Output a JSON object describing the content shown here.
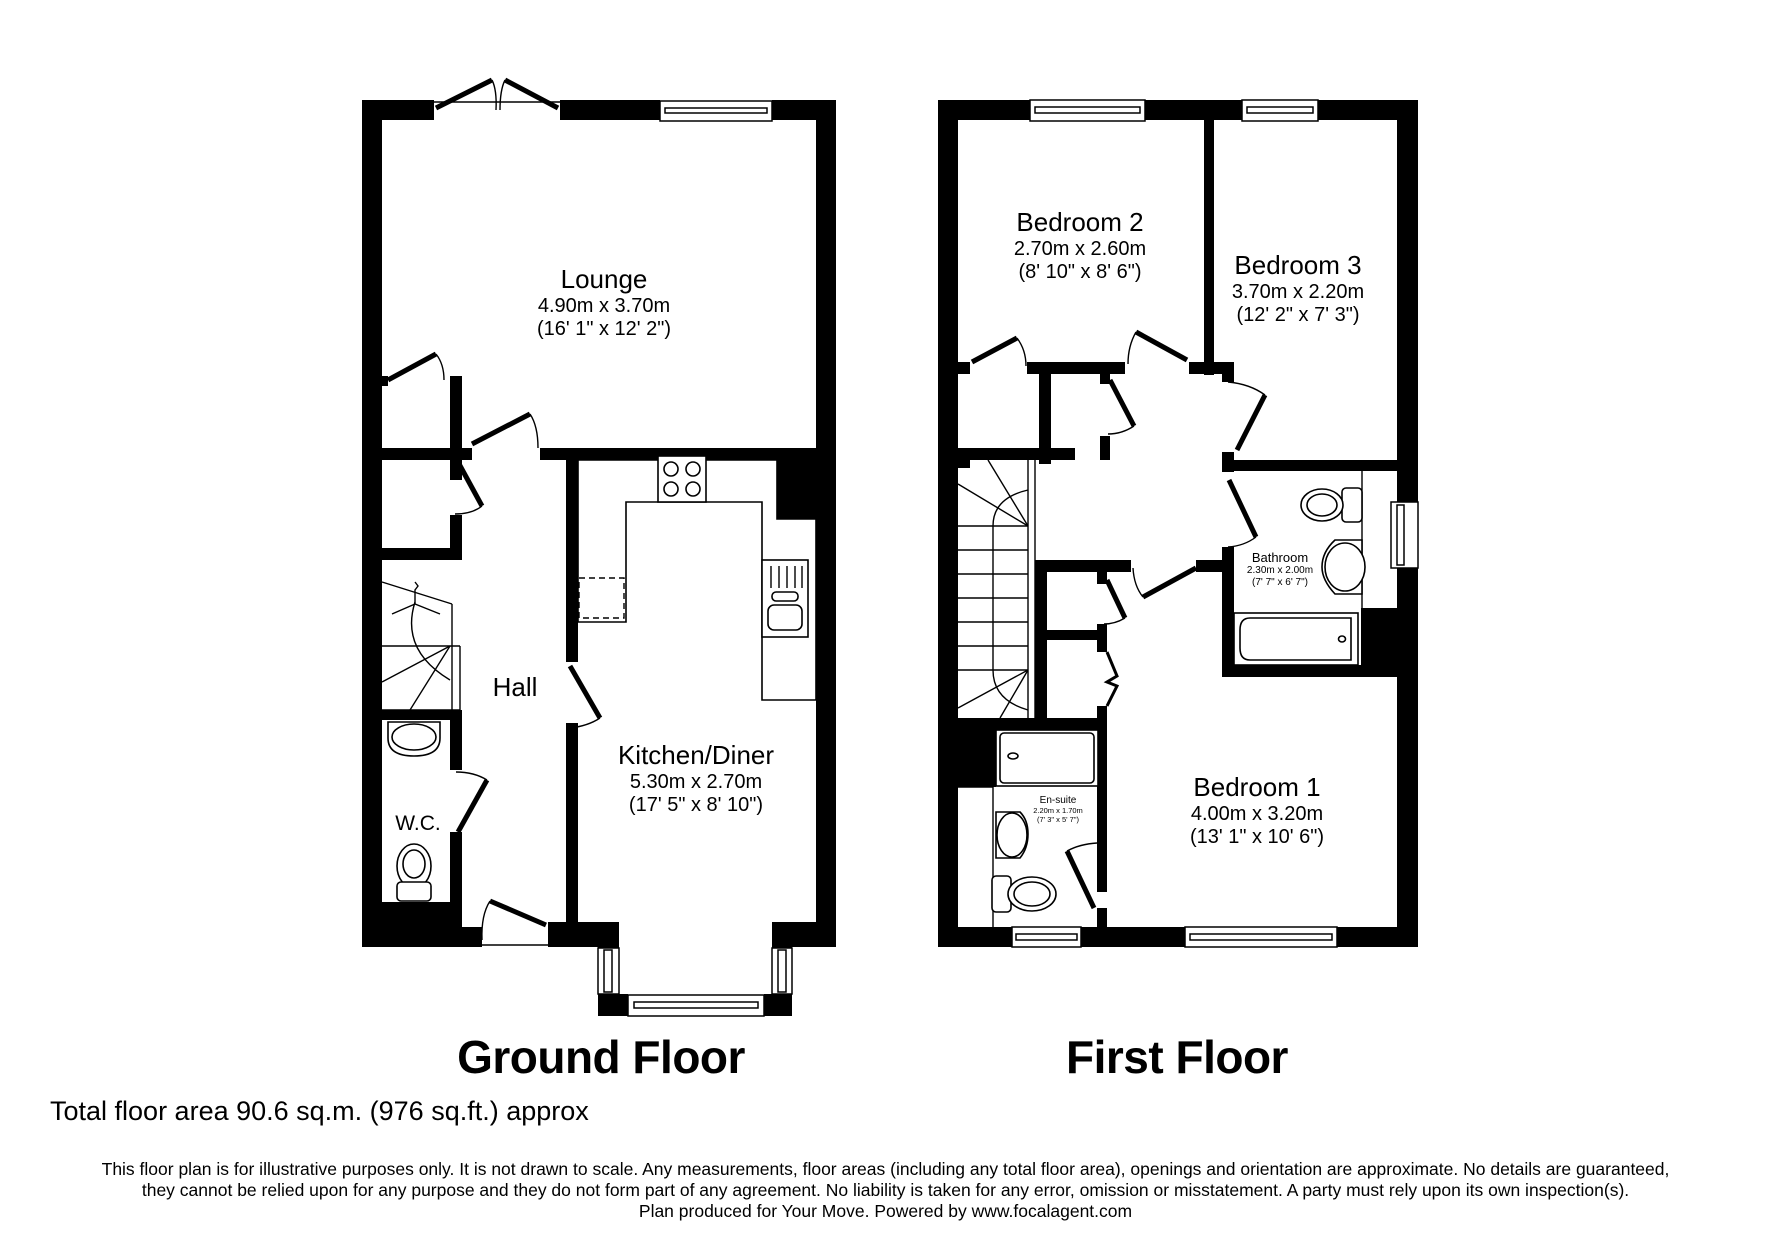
{
  "floors": [
    {
      "title": "Ground Floor",
      "rooms": [
        {
          "name": "Lounge",
          "metric": "4.90m x 3.70m",
          "imperial": "(16' 1\" x 12' 2\")"
        },
        {
          "name": "Hall"
        },
        {
          "name": "Kitchen/Diner",
          "metric": "5.30m x 2.70m",
          "imperial": "(17' 5\" x 8' 10\")"
        },
        {
          "name": "W.C."
        }
      ]
    },
    {
      "title": "First Floor",
      "rooms": [
        {
          "name": "Bedroom 2",
          "metric": "2.70m x 2.60m",
          "imperial": "(8' 10\" x 8' 6\")"
        },
        {
          "name": "Bedroom 3",
          "metric": "3.70m x 2.20m",
          "imperial": "(12' 2\" x 7' 3\")"
        },
        {
          "name": "Bathroom",
          "metric": "2.30m x 2.00m",
          "imperial": "(7' 7\" x 6' 7\")"
        },
        {
          "name": "Bedroom 1",
          "metric": "4.00m x 3.20m",
          "imperial": "(13' 1\" x 10' 6\")"
        },
        {
          "name": "En-suite",
          "metric": "2.20m x 1.70m",
          "imperial": "(7' 3\" x 5' 7\")"
        }
      ]
    }
  ],
  "total_area": "Total floor area 90.6 sq.m. (976 sq.ft.) approx",
  "disclaimer": {
    "line1": "This floor plan is for illustrative purposes only. It is not drawn to scale. Any measurements, floor areas (including any total floor area), openings and orientation are approximate. No details are guaranteed,",
    "line2": "they cannot be relied upon for any purpose and they do not form part of any agreement. No liability is taken for any error, omission or misstatement. A party must rely upon its own inspection(s).",
    "line3": "Plan produced for Your Move. Powered by www.focalagent.com"
  },
  "colors": {
    "wall": "#000000",
    "background": "#ffffff"
  }
}
